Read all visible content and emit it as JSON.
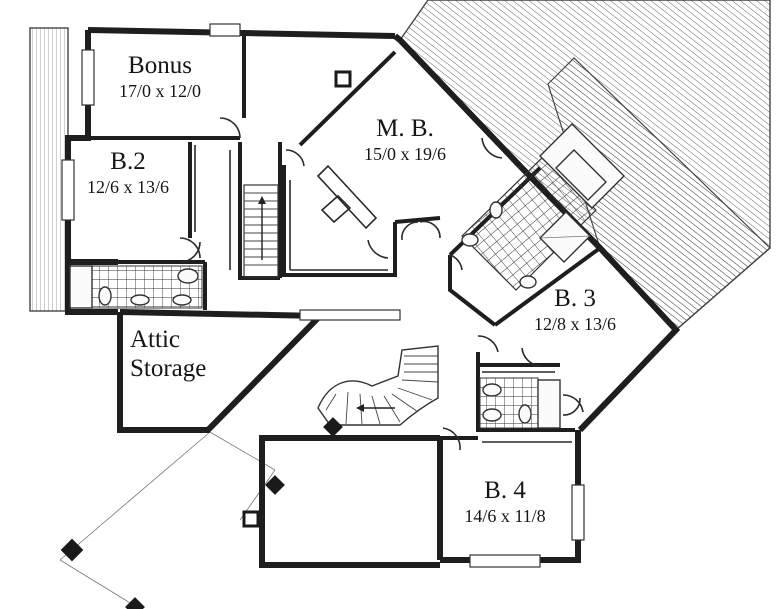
{
  "plan": {
    "rooms": [
      {
        "id": "bonus",
        "name": "Bonus",
        "dims": "17/0 x 12/0"
      },
      {
        "id": "mb",
        "name": "M. B.",
        "dims": "15/0 x 19/6"
      },
      {
        "id": "b2",
        "name": "B.2",
        "dims": "12/6 x 13/6"
      },
      {
        "id": "attic",
        "name": "Attic Storage",
        "line1": "Attic",
        "line2": "Storage"
      },
      {
        "id": "b3",
        "name": "B. 3",
        "dims": "12/8 x 13/6"
      },
      {
        "id": "b4",
        "name": "B. 4",
        "dims": "14/6 x 11/8"
      }
    ]
  }
}
